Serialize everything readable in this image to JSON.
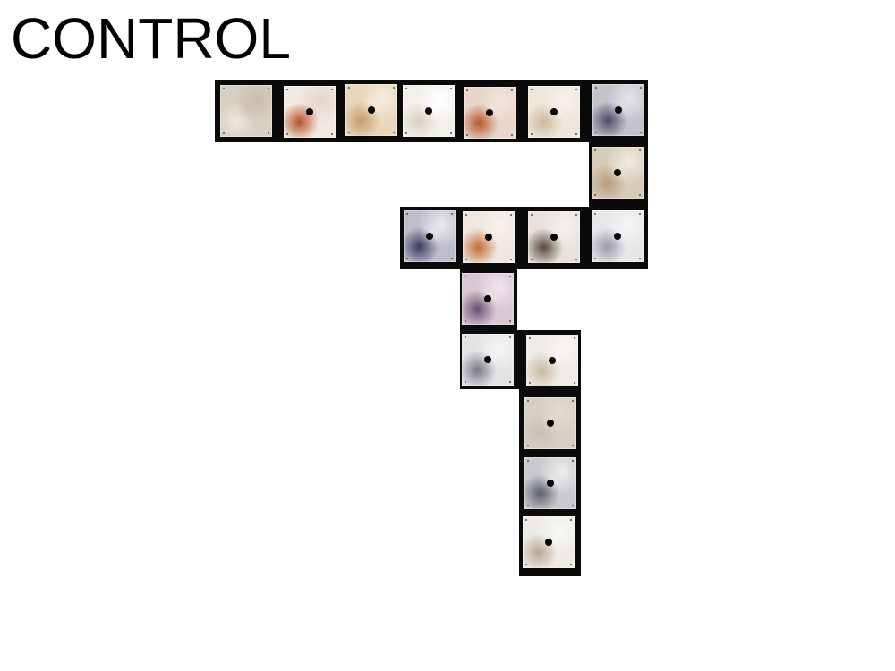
{
  "page": {
    "title": "CONTROL"
  },
  "tiles": [
    {
      "label": "tile-1",
      "palette": [
        "#d8d0c2",
        "#ece7de",
        "#c9bfae"
      ],
      "hole": false
    },
    {
      "label": "tile-2",
      "palette": [
        "#f1e9e2",
        "#b8502a",
        "#e6d6cc"
      ],
      "hole": true
    },
    {
      "label": "tile-3",
      "palette": [
        "#e8d7bd",
        "#c89c6a",
        "#f4ece2"
      ],
      "hole": true
    },
    {
      "label": "tile-4",
      "palette": [
        "#f3f0ea",
        "#d9d0c3",
        "#ffffff"
      ],
      "hole": true
    },
    {
      "label": "tile-5",
      "palette": [
        "#e9d5c9",
        "#b4582f",
        "#f2e6de"
      ],
      "hole": true
    },
    {
      "label": "tile-6",
      "palette": [
        "#efe6da",
        "#cdb9a0",
        "#f7f2ec"
      ],
      "hole": true
    },
    {
      "label": "tile-7",
      "palette": [
        "#c3c3cc",
        "#4d4a66",
        "#e5e4ea"
      ],
      "hole": true
    },
    {
      "label": "tile-8",
      "palette": [
        "#d7cbb9",
        "#b79d7c",
        "#f1ebe2"
      ],
      "hole": true
    },
    {
      "label": "tile-9",
      "palette": [
        "#bdbdcb",
        "#3e3c60",
        "#ecebef"
      ],
      "hole": true
    },
    {
      "label": "tile-10",
      "palette": [
        "#efe7e0",
        "#c06d33",
        "#f7f1ec"
      ],
      "hole": true
    },
    {
      "label": "tile-11",
      "palette": [
        "#e7e2dc",
        "#5a4a40",
        "#f4f1ec"
      ],
      "hole": true
    },
    {
      "label": "tile-12",
      "palette": [
        "#e7e7ea",
        "#9b9aa8",
        "#f5f5f7"
      ],
      "hole": true
    },
    {
      "label": "tile-13",
      "palette": [
        "#d9c7d2",
        "#6c4f75",
        "#efe7ec"
      ],
      "hole": true
    },
    {
      "label": "tile-14",
      "palette": [
        "#e3e3e6",
        "#7a7b88",
        "#f6f6f7"
      ],
      "hole": true
    },
    {
      "label": "tile-15",
      "palette": [
        "#efebe6",
        "#c9b9a6",
        "#f8f6f3"
      ],
      "hole": true
    },
    {
      "label": "tile-16",
      "palette": [
        "#d6cfc4",
        "#c9c0b2",
        "#e2dbd0"
      ],
      "hole": true
    },
    {
      "label": "tile-17",
      "palette": [
        "#c9cacd",
        "#5d5f6b",
        "#eceded"
      ],
      "hole": true
    },
    {
      "label": "tile-18",
      "palette": [
        "#eeebe7",
        "#b8a792",
        "#f8f7f4"
      ],
      "hole": true
    }
  ]
}
